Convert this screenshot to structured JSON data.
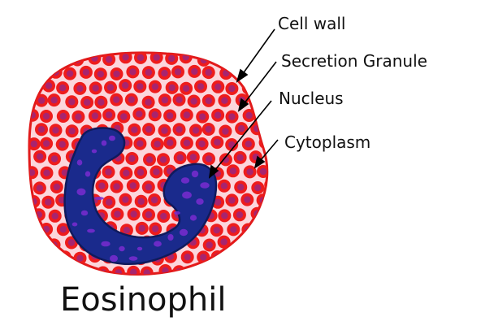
{
  "title": "Eosinophil",
  "labels": {
    "cell_wall": "Cell wall",
    "secretion_granule": "Secretion Granule",
    "nucleus": "Nucleus",
    "cytoplasm": "Cytoplasm"
  },
  "colors": {
    "cell_wall": "#e11a1a",
    "cytoplasm": "#fcd6dc",
    "granule_ring": "#ee1c1c",
    "granule_core": "#a8246e",
    "nucleus_fill": "#1a2a8c",
    "nucleus_edge": "#101a5c",
    "nucleus_spot": "#7a2bd0"
  }
}
